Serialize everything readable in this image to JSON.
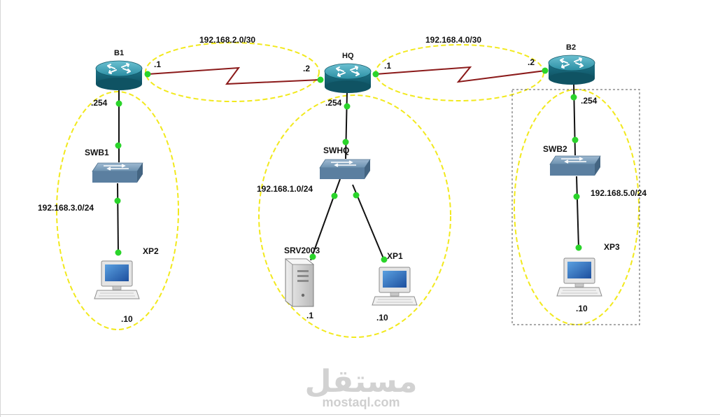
{
  "colors": {
    "zone_outline": "#f2e91d",
    "serial_link": "#8b1a1a",
    "ethernet_link": "#111111",
    "port_dot": "#2ad42a",
    "router_body": "#1f7f93",
    "switch_body": "#5f86a6",
    "watermark": "#cfcfcf"
  },
  "devices": {
    "b1": {
      "label": "B1",
      "type": "router"
    },
    "hq": {
      "label": "HQ",
      "type": "router"
    },
    "b2": {
      "label": "B2",
      "type": "router"
    },
    "swb1": {
      "label": "SWB1",
      "type": "switch"
    },
    "swhq": {
      "label": "SWHQ",
      "type": "switch"
    },
    "swb2": {
      "label": "SWB2",
      "type": "switch"
    },
    "xp2": {
      "label": "XP2",
      "type": "pc"
    },
    "xp1": {
      "label": "XP1",
      "type": "pc"
    },
    "xp3": {
      "label": "XP3",
      "type": "pc"
    },
    "srv": {
      "label": "SRV2003",
      "type": "server"
    }
  },
  "networks": {
    "wan_b1_hq": "192.168.2.0/30",
    "wan_hq_b2": "192.168.4.0/30",
    "lan_b1": "192.168.3.0/24",
    "lan_hq": "192.168.1.0/24",
    "lan_b2": "192.168.5.0/24"
  },
  "host_ids": {
    "b1_wan": ".1",
    "hq_wan_left": ".2",
    "hq_wan_right": ".1",
    "b2_wan": ".2",
    "b1_lan": ".254",
    "hq_lan": ".254",
    "b2_lan": ".254",
    "xp2": ".10",
    "srv": ".1",
    "xp1": ".10",
    "xp3": ".10"
  },
  "watermark": {
    "arabic": "مستقل",
    "latin": "mostaql.com"
  }
}
